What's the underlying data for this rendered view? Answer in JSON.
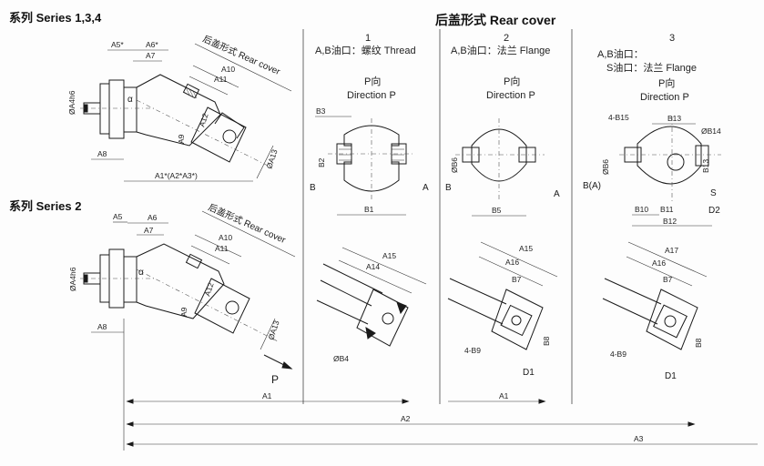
{
  "headings": {
    "series_134": "系列  Series 1,3,4",
    "series_2": "系列  Series 2",
    "rear_cover": "后盖形式  Rear cover"
  },
  "rear_cover_slanted_label": "后盖形式  Rear cover",
  "columns": [
    {
      "number": "1",
      "oil_ports": "A,B油口：螺纹 Thread",
      "extra": "",
      "view_cn": "P向",
      "view_en": "Direction P"
    },
    {
      "number": "2",
      "oil_ports": "A,B油口：法兰 Flange",
      "extra": "",
      "view_cn": "P向",
      "view_en": "Direction P"
    },
    {
      "number": "3",
      "oil_ports": "A,B油口：",
      "extra": "S油口：法兰 Flange",
      "view_cn": "P向",
      "view_en": "Direction P"
    }
  ],
  "dims": {
    "a1": "A1",
    "a2": "A2",
    "a3": "A3",
    "a1_combo": "A1*(A2*A3*)",
    "a4": "ØA4h6",
    "a5": "A5",
    "a5s": "A5*",
    "a6": "A6",
    "a6s": "A6*",
    "a7": "A7",
    "a8": "A8",
    "a9": "A9",
    "a10": "A10",
    "a11": "A11",
    "a12": "A12",
    "a13": "ØA13",
    "a14": "A14",
    "a15": "A15",
    "a16": "A16",
    "a17": "A17",
    "alpha": "α",
    "p": "P",
    "b1": "B1",
    "b2": "B2",
    "b3": "B3",
    "b5": "B5",
    "b6": "ØB6",
    "b7": "B7",
    "b8": "B8",
    "b9": "4-B9",
    "b10": "B10",
    "b11": "B11",
    "b12": "B12",
    "b13": "B13",
    "b14": "ØB14",
    "b15": "4-B15",
    "b4": "ØB4",
    "port_a": "A",
    "port_b": "B",
    "port_ba": "B(A)",
    "port_s": "S",
    "d1": "D1",
    "d2": "D2"
  }
}
